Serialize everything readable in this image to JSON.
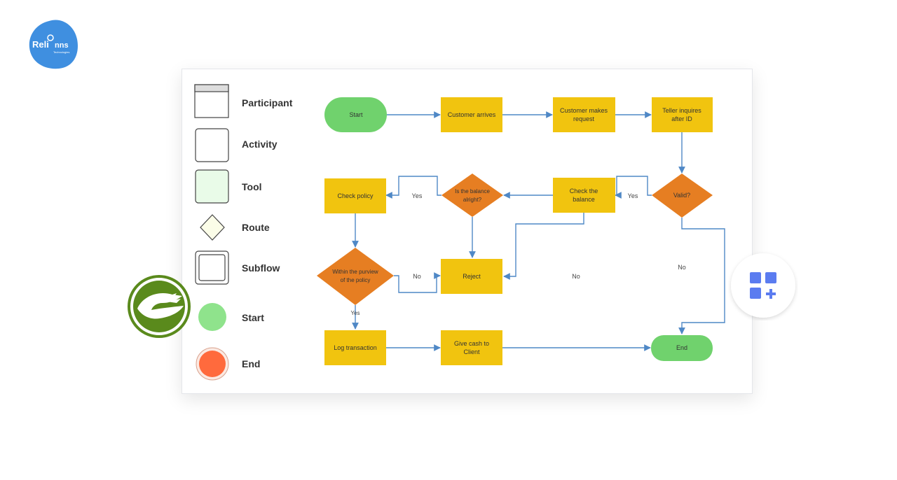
{
  "logo": {
    "name": "Reli",
    "name_suffix": "nns",
    "tagline": "Technologies"
  },
  "legend": [
    {
      "key": "participant",
      "label": "Participant"
    },
    {
      "key": "activity",
      "label": "Activity"
    },
    {
      "key": "tool",
      "label": "Tool"
    },
    {
      "key": "route",
      "label": "Route"
    },
    {
      "key": "subflow",
      "label": "Subflow"
    },
    {
      "key": "start",
      "label": "Start"
    },
    {
      "key": "end",
      "label": "End"
    }
  ],
  "nodes": {
    "start": "Start",
    "customer_arrives": "Customer arrives",
    "customer_request_1": "Customer makes",
    "customer_request_2": "request",
    "teller_1": "Teller inquires",
    "teller_2": "after ID",
    "valid": "Valid?",
    "check_balance_1": "Check the",
    "check_balance_2": "balance",
    "balance_ok_1": "Is the balance",
    "balance_ok_2": "alright?",
    "check_policy": "Check policy",
    "purview_1": "Within the purview",
    "purview_2": "of the policy",
    "reject": "Reject",
    "log": "Log transaction",
    "give_cash_1": "Give cash to",
    "give_cash_2": "Client",
    "end": "End"
  },
  "edge_labels": {
    "yes_valid": "Yes",
    "yes_balance": "Yes",
    "no_purview": "No",
    "no_middle": "No",
    "no_valid": "No",
    "yes_purview": "Yes"
  },
  "colors": {
    "process": "#f1c40f",
    "decision": "#e67e22",
    "terminal": "#70d26d",
    "connector": "#4f88c6",
    "end_legend": "#ff6a3d",
    "start_legend": "#8fe38c",
    "tool_fill": "#e9fbe8",
    "logo_blue": "#3f8fe0",
    "badge_green": "#5a8a1c",
    "apps_blue": "#5b7cf0"
  }
}
